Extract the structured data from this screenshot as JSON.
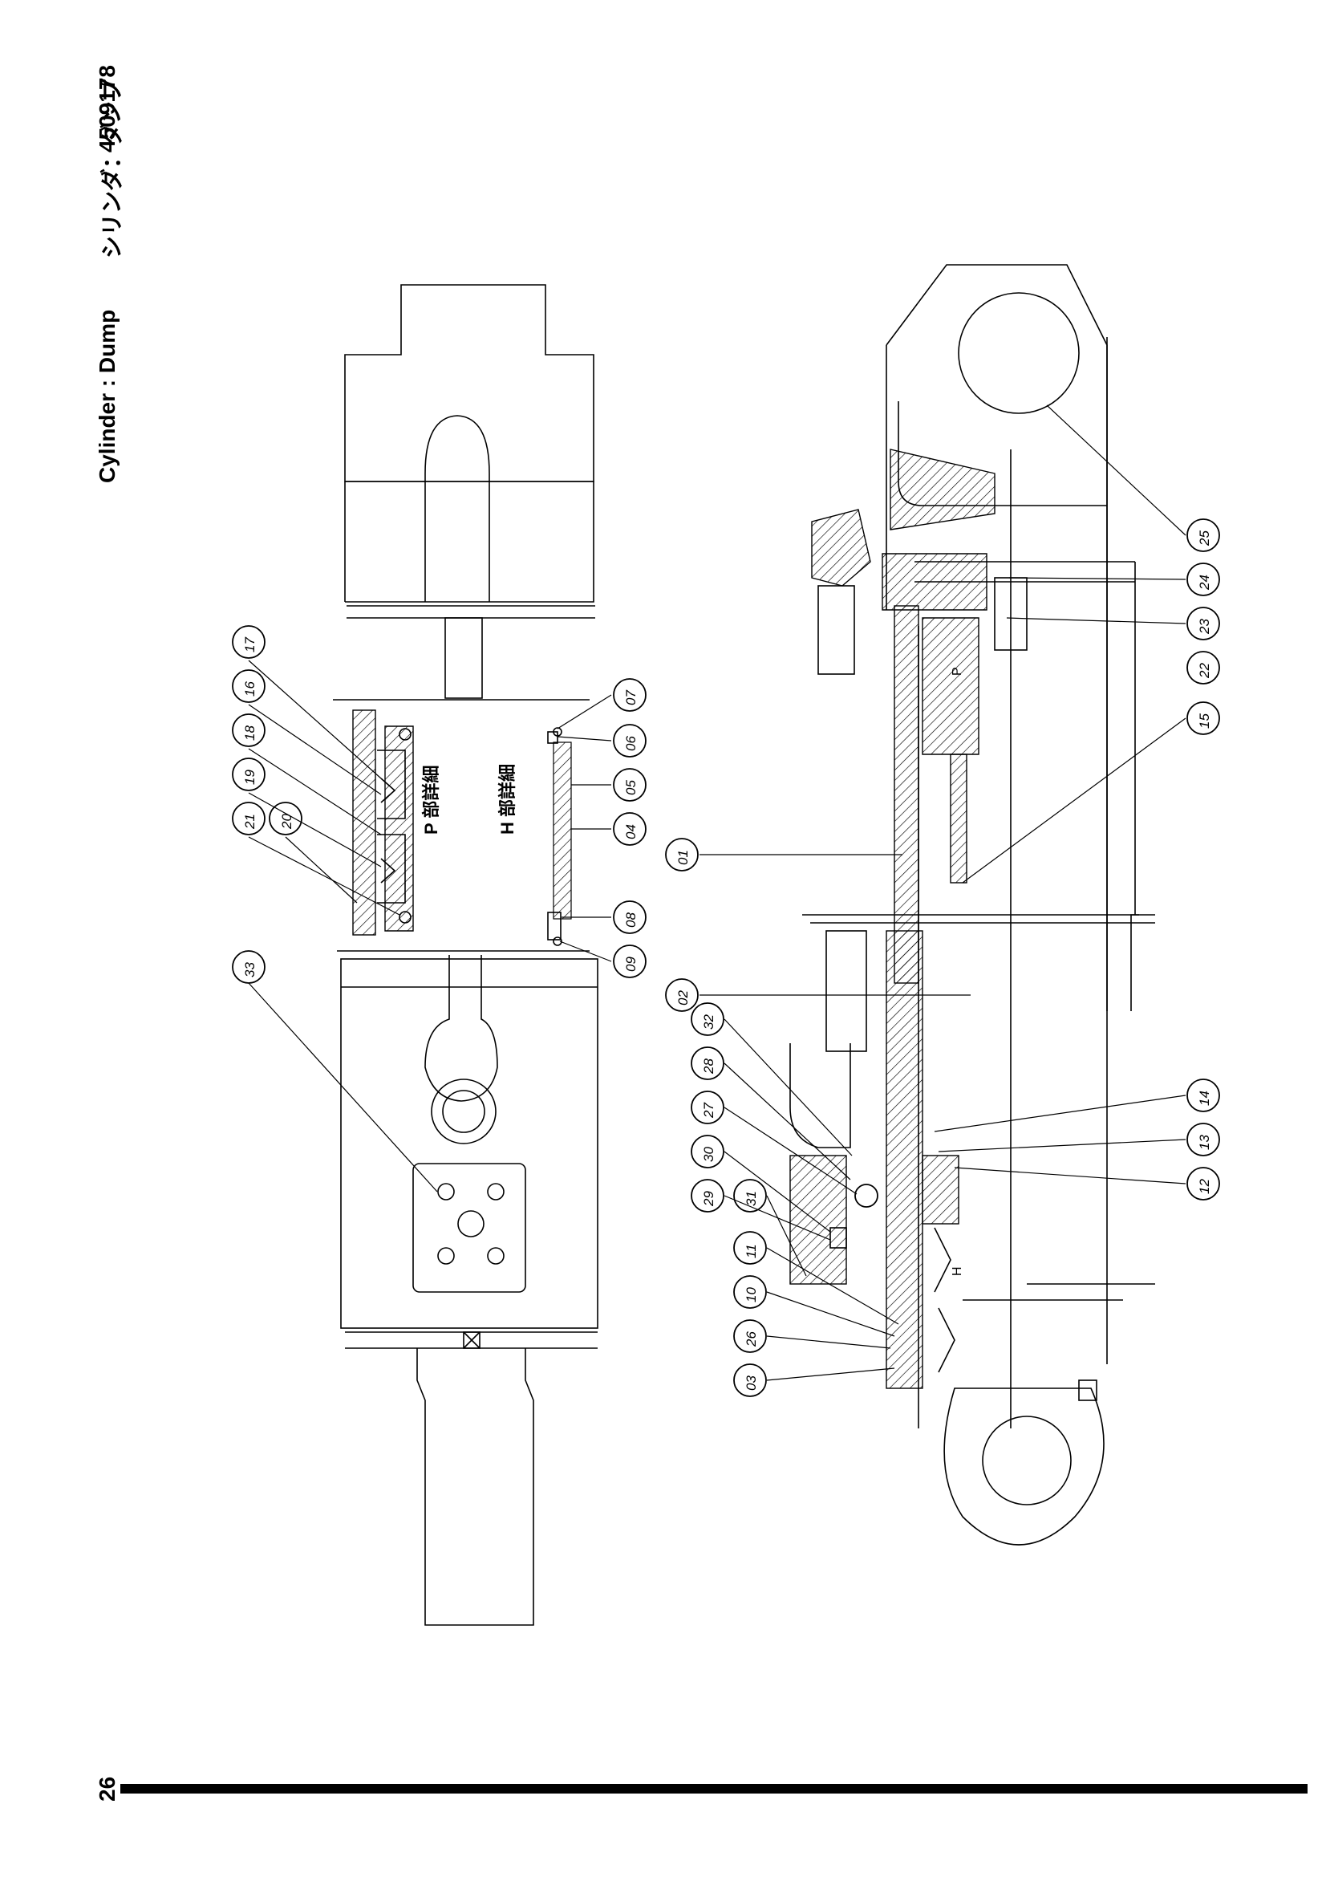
{
  "header": {
    "title_jp": "シリンダ：ダンプ",
    "title_en": "Cylinder : Dump",
    "part_number": "4509178"
  },
  "page_number": "26",
  "diagram": {
    "section_labels": {
      "piston_assy": "P 部詳細",
      "head_assy": "H 部詳細"
    },
    "small_letters": {
      "p": "P",
      "h": "H"
    },
    "callouts_top": [
      "33",
      "21",
      "20",
      "19",
      "18",
      "16",
      "17",
      "09",
      "08",
      "04",
      "05",
      "06",
      "07"
    ],
    "callouts_bottom": [
      "03",
      "26",
      "10",
      "11",
      "31",
      "29",
      "30",
      "27",
      "28",
      "32",
      "12",
      "13",
      "14",
      "02",
      "01",
      "15",
      "22",
      "23",
      "24",
      "25"
    ]
  }
}
